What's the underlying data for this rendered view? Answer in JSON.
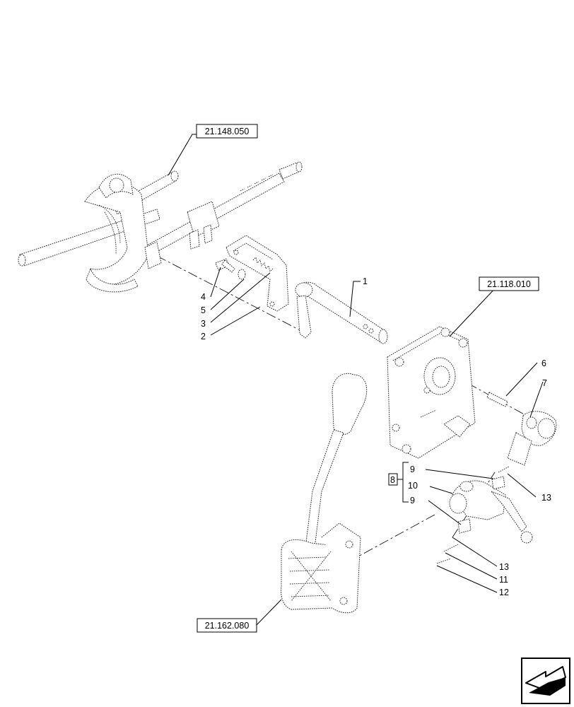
{
  "references": {
    "shift_rails": "21.148.050",
    "cover_plate": "21.118.010",
    "lever_housing": "21.162.080"
  },
  "callouts": {
    "c1": "1",
    "c2": "2",
    "c3": "3",
    "c4": "4",
    "c5": "5",
    "c6": "6",
    "c7": "7",
    "c8": "8",
    "c9a": "9",
    "c10": "10",
    "c9b": "9",
    "c13a": "13",
    "c13b": "13",
    "c11": "11",
    "c12": "12"
  },
  "icons": {
    "corner": "arrow-icon"
  }
}
